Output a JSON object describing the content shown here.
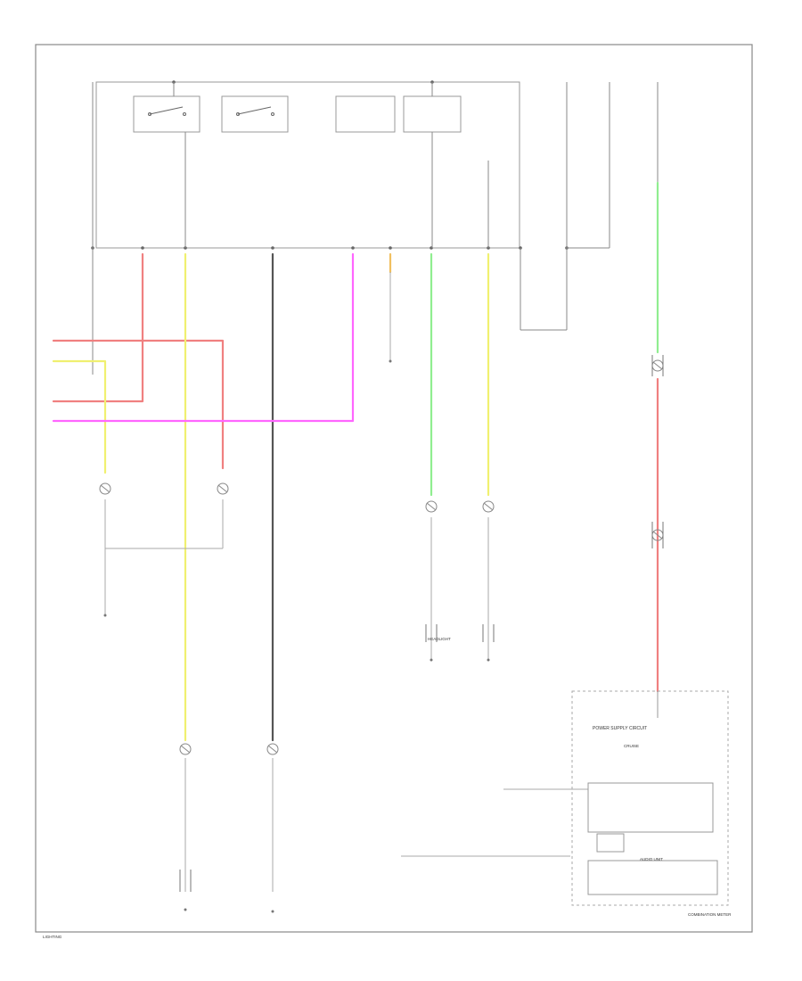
{
  "labels": {
    "power_supply_circuit": "POWER SUPPLY CIRCUIT",
    "audio_unit": "AUDIO UNIT",
    "cruise_hint": "CRUISE",
    "headlight_label": "HEADLIGHT",
    "footer_left": "LIGHTING",
    "footer_right": "COMBINATION METER"
  },
  "colors": {
    "red": "#f08080",
    "yellow": "#f0f070",
    "green": "#90ee90",
    "magenta": "#ff66ff",
    "dark": "#555555",
    "gray": "#aaaaaa",
    "orange": "#f0c060",
    "line": "#888888"
  },
  "icons": [
    "switch-icon",
    "bulb-icon",
    "ground-icon",
    "connector-icon"
  ]
}
